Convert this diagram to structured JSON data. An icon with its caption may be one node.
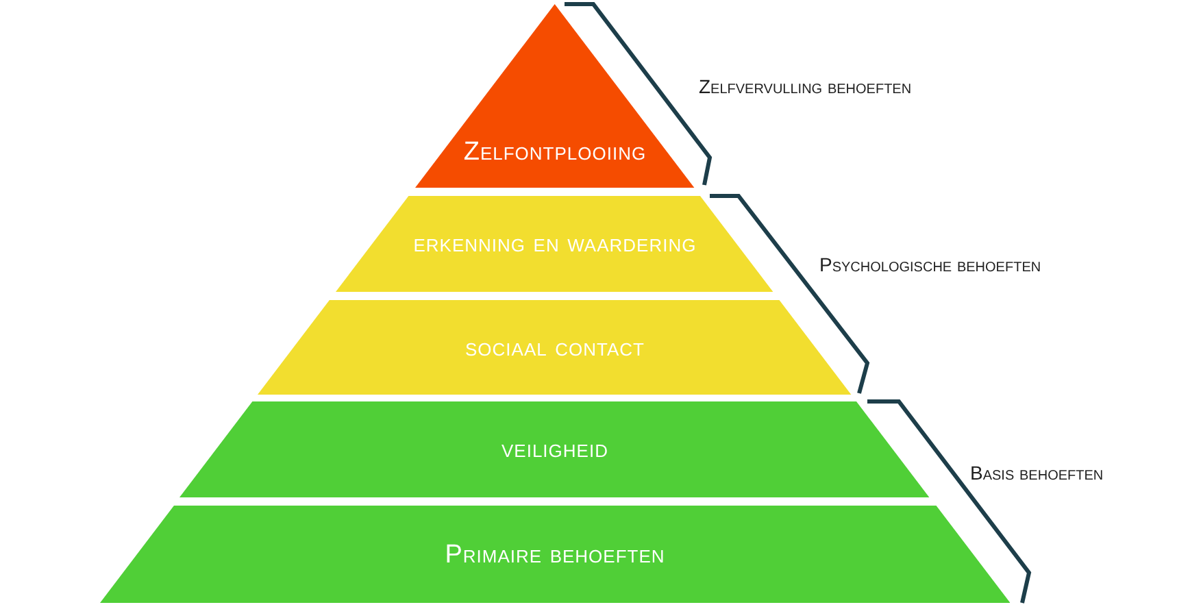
{
  "diagram": {
    "nodes": [
      {
        "text": [
          "Zelfontplooiing"
        ]
      },
      {
        "text": [
          "erkenning en waardering"
        ]
      },
      {
        "text": [
          "sociaal contact"
        ]
      },
      {
        "text": [
          "veiligheid"
        ]
      },
      {
        "text": [
          "Primaire behoeften"
        ]
      }
    ],
    "edges": [],
    "labels": [
      "Zelfvervulling behoeften",
      "Psychologische behoeften",
      "Basis behoeften"
    ]
  }
}
